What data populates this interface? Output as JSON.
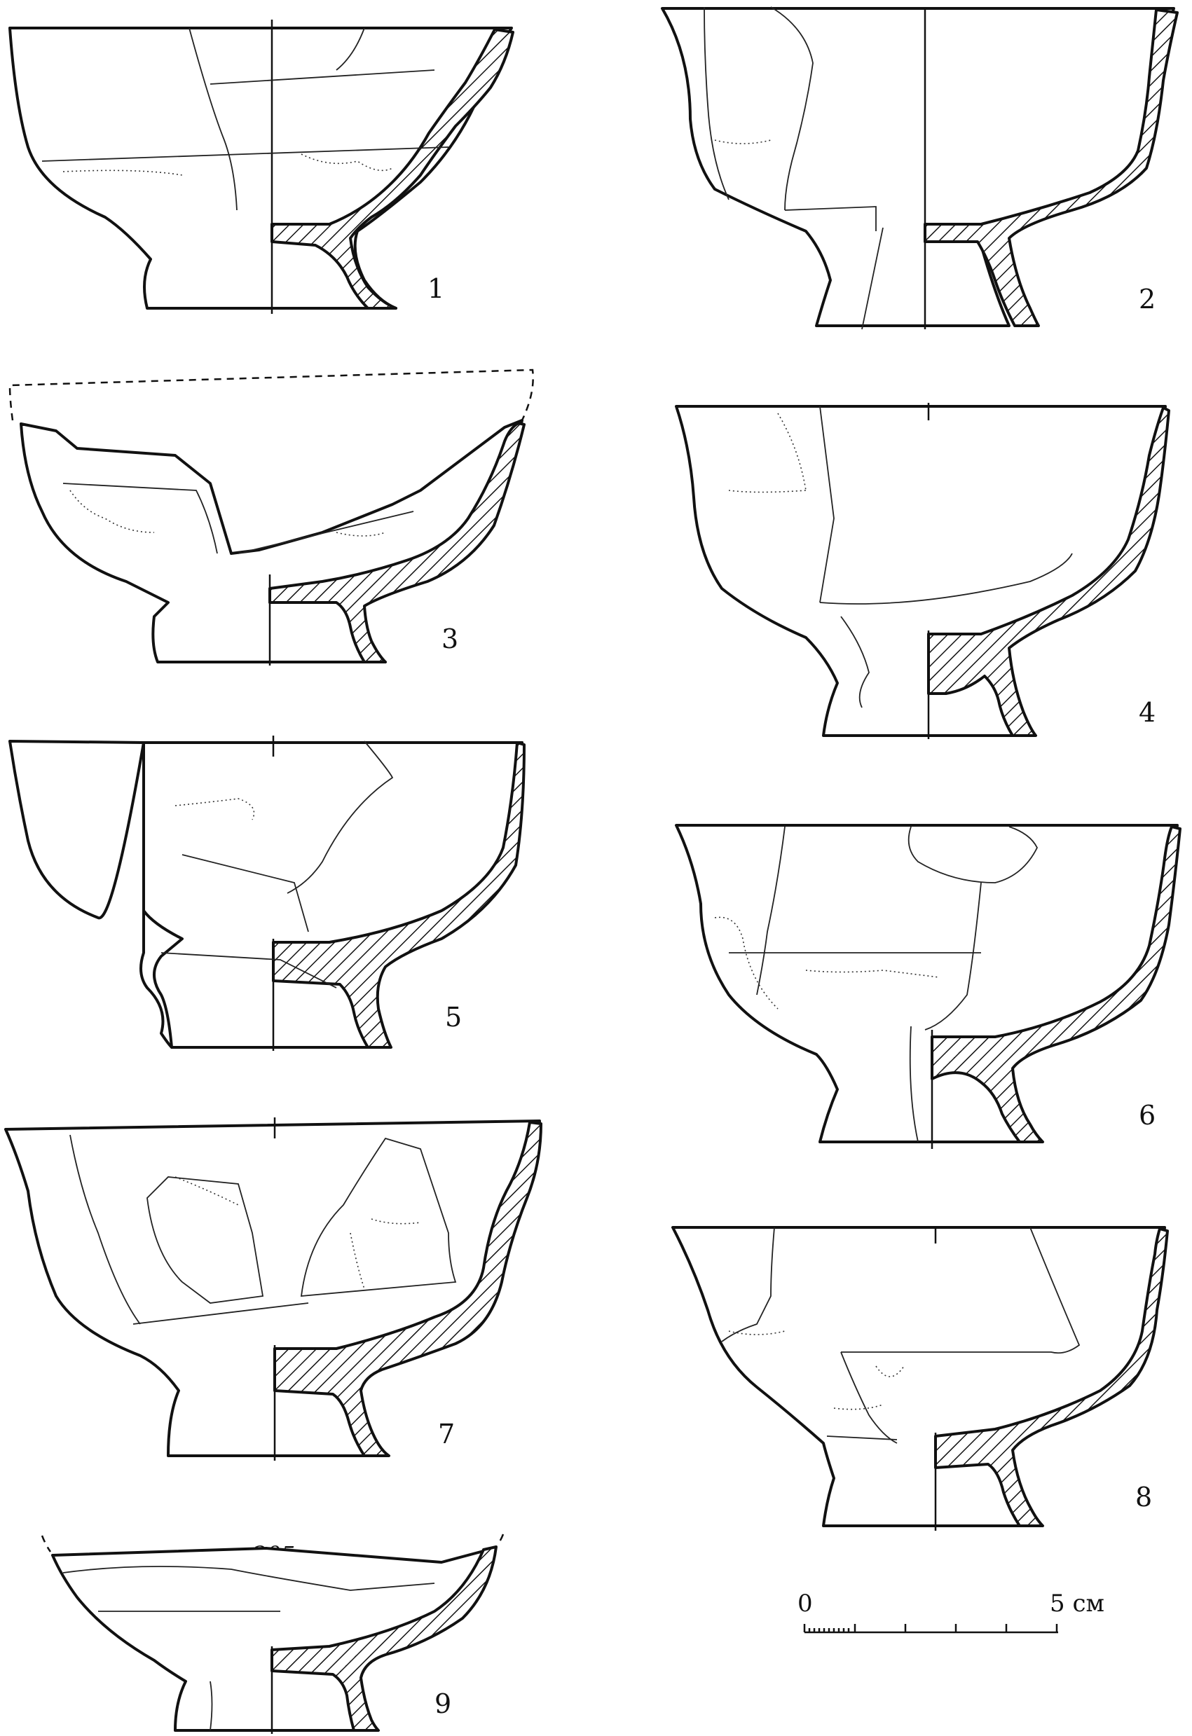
{
  "figures": [
    {
      "label": "1"
    },
    {
      "label": "2"
    },
    {
      "label": "3"
    },
    {
      "label": "4"
    },
    {
      "label": "5"
    },
    {
      "label": "6"
    },
    {
      "label": "7"
    },
    {
      "label": "8"
    },
    {
      "label": "9"
    }
  ],
  "annotation": "205",
  "scale_bar": {
    "start_label": "0",
    "end_label": "5 см",
    "length_cm": 5
  }
}
